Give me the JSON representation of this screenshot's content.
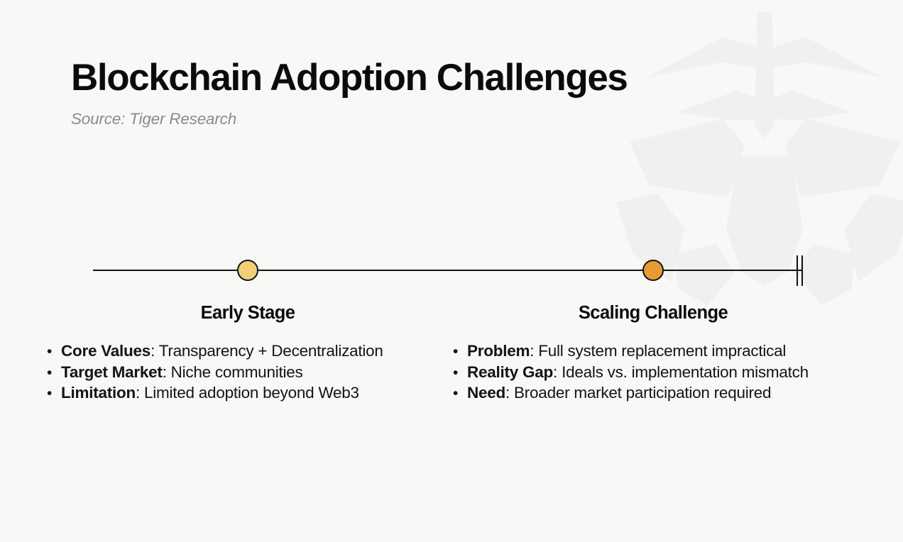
{
  "header": {
    "title": "Blockchain Adoption Challenges",
    "source": "Source: Tiger Research"
  },
  "theme": {
    "background": "#f8f8f7",
    "text": "#0b0b0b",
    "source_text": "#8b8b8b",
    "axis": "#111111",
    "watermark": "#f0f0ef",
    "node_early": "#f2ce78",
    "node_scaling": "#e89a35"
  },
  "timeline": {
    "axis_color": "#111111",
    "end_marker": "double-tick",
    "nodes": [
      {
        "id": "early-stage",
        "label": "Early Stage",
        "color": "#f2ce78",
        "position_pct": 21.8
      },
      {
        "id": "scaling-challenge",
        "label": "Scaling Challenge",
        "color": "#e89a35",
        "position_pct": 78.9
      }
    ]
  },
  "columns": [
    {
      "id": "early-stage",
      "bullet_glyph": "•",
      "items": [
        {
          "term": "Core Values",
          "separator": ": ",
          "detail": "Transparency + Decentralization"
        },
        {
          "term": "Target Market",
          "separator": ": ",
          "detail": "Niche communities"
        },
        {
          "term": "Limitation",
          "separator": ": ",
          "detail": "Limited adoption beyond Web3"
        }
      ]
    },
    {
      "id": "scaling-challenge",
      "bullet_glyph": "•",
      "items": [
        {
          "term": "Problem",
          "separator": ": ",
          "detail": "Full system replacement impractical"
        },
        {
          "term": "Reality Gap",
          "separator": ": ",
          "detail": "Ideals vs. implementation mismatch"
        },
        {
          "term": "Need",
          "separator": ": ",
          "detail": "Broader market participation required"
        }
      ]
    }
  ]
}
